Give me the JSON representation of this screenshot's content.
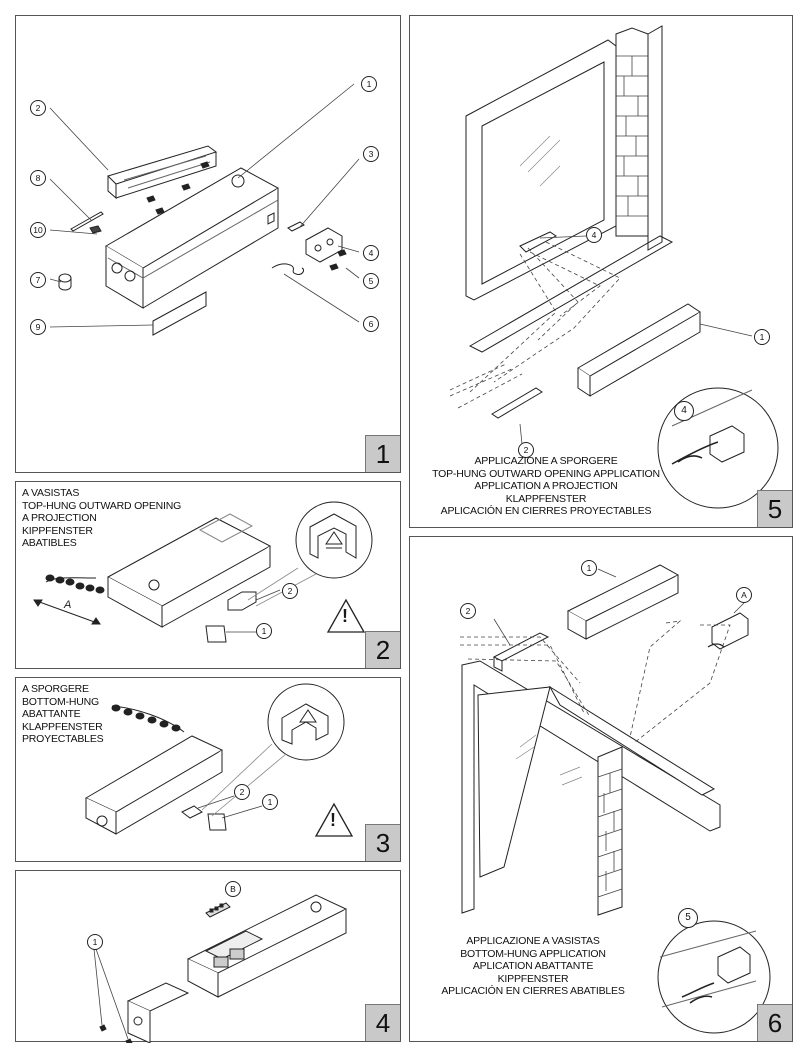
{
  "panels": {
    "p1": {
      "number": "1",
      "callouts": [
        "1",
        "2",
        "3",
        "4",
        "5",
        "6",
        "7",
        "8",
        "9",
        "10"
      ]
    },
    "p2": {
      "number": "2",
      "caption": [
        "A VASISTAS",
        "TOP-HUNG OUTWARD OPENING",
        "A PROJECTION",
        "KIPPFENSTER",
        "ABATIBLES"
      ],
      "dim_label": "A",
      "callouts": [
        "1",
        "2"
      ]
    },
    "p3": {
      "number": "3",
      "caption": [
        "A SPORGERE",
        "BOTTOM-HUNG",
        "ABATTANTE",
        "KLAPPFENSTER",
        "PROYECTABLES"
      ],
      "callouts": [
        "1",
        "2"
      ]
    },
    "p4": {
      "number": "4",
      "callouts": [
        "1",
        "B"
      ]
    },
    "p5": {
      "number": "5",
      "caption": [
        "APPLICAZIONE A SPORGERE",
        "TOP-HUNG OUTWARD OPENING APPLICATION",
        "APPLICATION A PROJECTION",
        "KLAPPFENSTER",
        "APLICACIÓN EN CIERRES PROYECTABLES"
      ],
      "callouts": [
        "1",
        "2",
        "4",
        "4"
      ]
    },
    "p6": {
      "number": "6",
      "caption": [
        "APPLICAZIONE A VASISTAS",
        "BOTTOM-HUNG APPLICATION",
        "APLICATION ABATTANTE",
        "KIPPFENSTER",
        "APLICACIÓN EN CIERRES ABATIBLES"
      ],
      "callouts": [
        "1",
        "2",
        "A",
        "5"
      ]
    }
  },
  "icons": {
    "warning": "warning-triangle-icon"
  }
}
